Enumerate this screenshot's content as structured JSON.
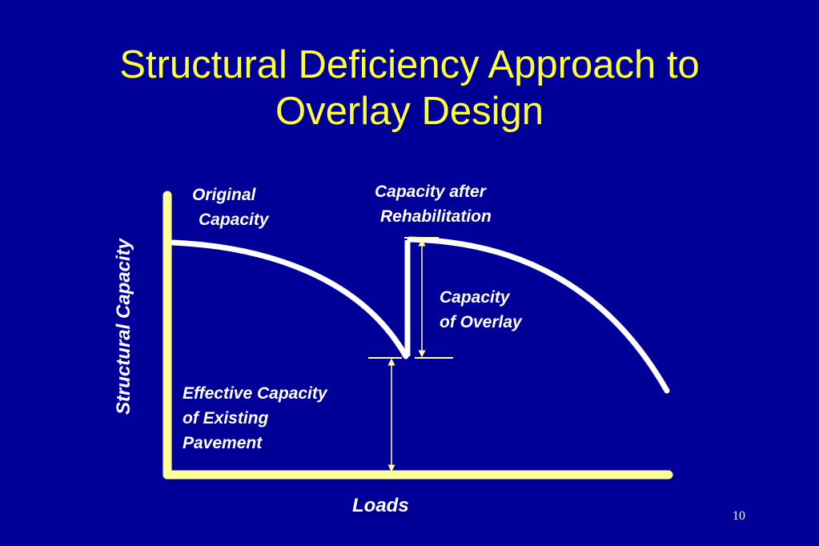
{
  "title": {
    "line1": "Structural Deficiency Approach to",
    "line2": "Overlay Design"
  },
  "axes": {
    "y_label": "Structural Capacity",
    "x_label": "Loads"
  },
  "labels": {
    "original_capacity": [
      "Original",
      "Capacity"
    ],
    "capacity_after_rehab": [
      "Capacity after",
      "Rehabilitation"
    ],
    "capacity_of_overlay": [
      "Capacity",
      "of Overlay"
    ],
    "effective_capacity": [
      "Effective Capacity",
      "of Existing",
      "Pavement"
    ]
  },
  "page_number": "10",
  "colors": {
    "background": "#000099",
    "title": "#ffff33",
    "axis": "#ffff99",
    "curve": "#ffffff",
    "text": "#ffffff"
  }
}
